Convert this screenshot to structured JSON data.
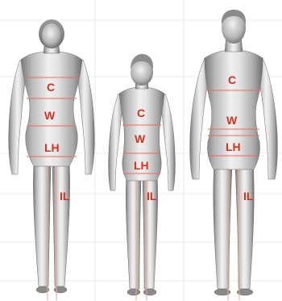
{
  "colors": {
    "label": "#d6301f",
    "measure_line": "#f06a5a",
    "plumb_line": "#f4a091",
    "grid": "#dcdcdc",
    "body_light": "#eeeeee",
    "body_mid": "#b4b4b4",
    "body_dark": "#6a6a6a"
  },
  "figures": [
    {
      "id": "woman",
      "labels": {
        "chest": "C",
        "waist": "W",
        "low_hip": "LH",
        "inseam": "IL"
      }
    },
    {
      "id": "child",
      "labels": {
        "chest": "C",
        "waist": "W",
        "low_hip": "LH",
        "inseam": "IL"
      }
    },
    {
      "id": "man",
      "labels": {
        "chest": "C",
        "waist": "W",
        "low_hip": "LH",
        "inseam": "IL"
      }
    }
  ]
}
